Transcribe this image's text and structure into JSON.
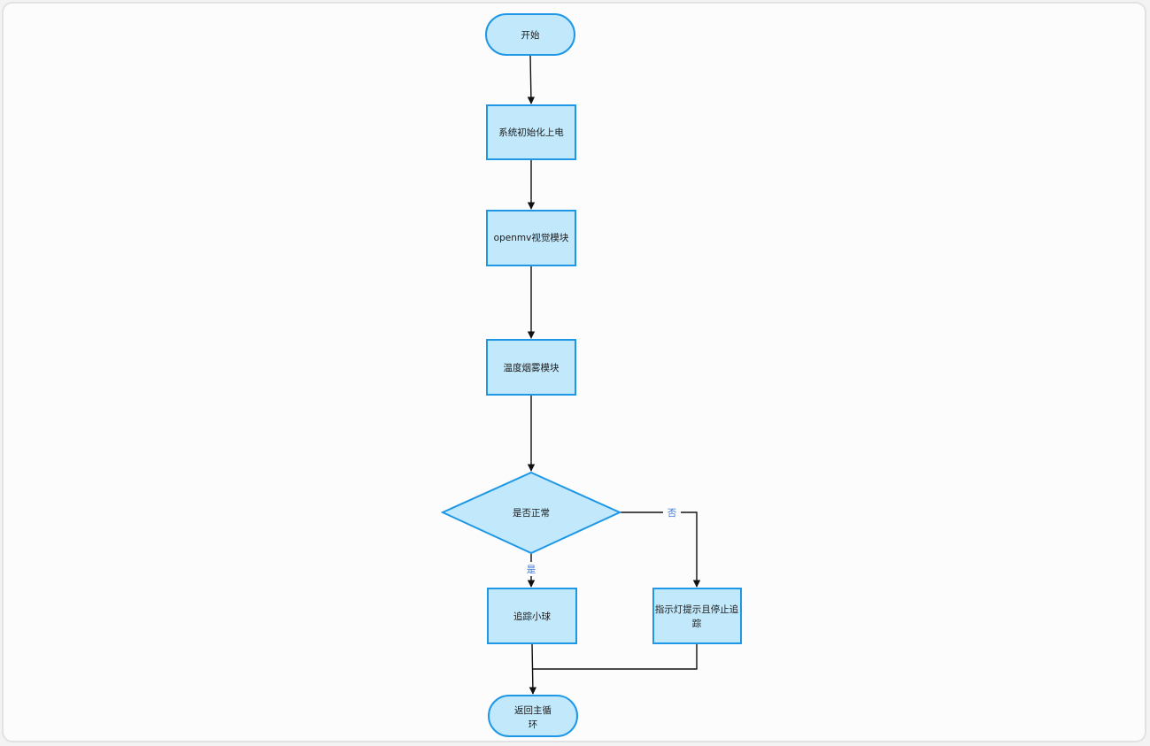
{
  "nodes": {
    "start": {
      "label": "开始"
    },
    "init": {
      "label": "系统初始化上电"
    },
    "vision": {
      "label": "openmv视觉模块"
    },
    "sensor": {
      "label": "温度烟雾模块"
    },
    "check": {
      "label": "是否正常"
    },
    "track": {
      "label": "追踪小球"
    },
    "alert": {
      "line1": "指示灯提示且停止追",
      "line2": "踪"
    },
    "end": {
      "line1": "返回主循",
      "line2": "环"
    }
  },
  "edges": {
    "no_label": "否",
    "yes_label": "是"
  },
  "colors": {
    "node_fill": "#c2e8fb",
    "node_stroke": "#1e98e6",
    "edge": "#111111",
    "edge_label": "#3f78d6"
  }
}
